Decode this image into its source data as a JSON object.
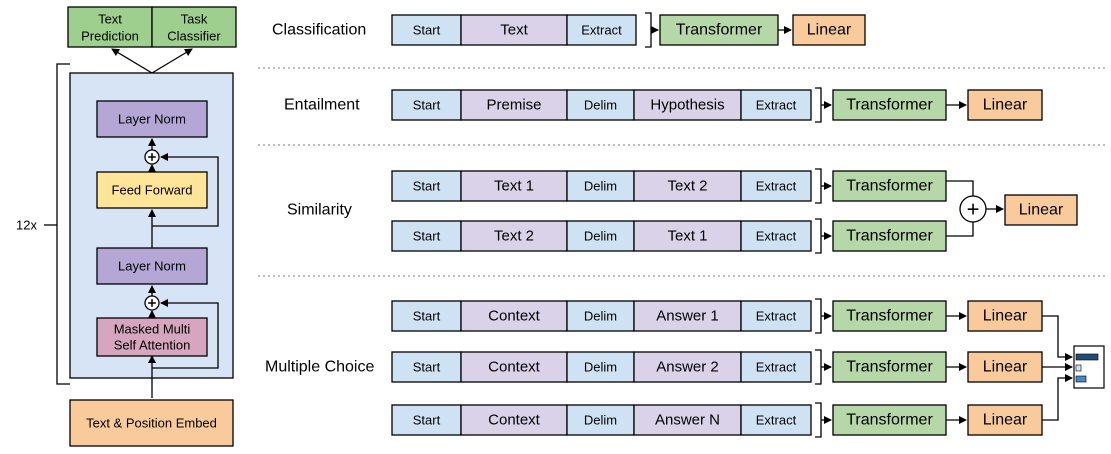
{
  "colors": {
    "start": "#cfe2f3",
    "purple": "#d9d2e9",
    "green": "#b6d7a8",
    "orange": "#f9cb9c",
    "block_bg": "#d6e4f5",
    "layer_norm": "#b4a7d6",
    "feed_forward": "#ffe599",
    "attention": "#d5a6bd",
    "embed": "#f9cb9c",
    "output_box": "#9fcf8f"
  },
  "architecture": {
    "outputs": [
      "Text Prediction",
      "Task Classifier"
    ],
    "output_lines": [
      [
        "Text",
        "Prediction"
      ],
      [
        "Task",
        "Classifier"
      ]
    ],
    "repeat": "12x",
    "layer_norm_top": "Layer Norm",
    "feed_forward": "Feed Forward",
    "layer_norm_bottom": "Layer Norm",
    "attention_lines": [
      "Masked Multi",
      "Self Attention"
    ],
    "embed": "Text & Position Embed",
    "plus": "+"
  },
  "tasks": {
    "classification": {
      "label": "Classification",
      "tokens": [
        "Start",
        "Text",
        "Extract"
      ],
      "transformer": "Transformer",
      "linear": "Linear"
    },
    "entailment": {
      "label": "Entailment",
      "tokens": [
        "Start",
        "Premise",
        "Delim",
        "Hypothesis",
        "Extract"
      ],
      "transformer": "Transformer",
      "linear": "Linear"
    },
    "similarity": {
      "label": "Similarity",
      "rows": [
        [
          "Start",
          "Text 1",
          "Delim",
          "Text 2",
          "Extract"
        ],
        [
          "Start",
          "Text 2",
          "Delim",
          "Text 1",
          "Extract"
        ]
      ],
      "transformer": "Transformer",
      "plus": "+",
      "linear": "Linear"
    },
    "multiple_choice": {
      "label": "Multiple Choice",
      "rows": [
        [
          "Start",
          "Context",
          "Delim",
          "Answer 1",
          "Extract"
        ],
        [
          "Start",
          "Context",
          "Delim",
          "Answer 2",
          "Extract"
        ],
        [
          "Start",
          "Context",
          "Delim",
          "Answer N",
          "Extract"
        ]
      ],
      "transformer": "Transformer",
      "linear": "Linear"
    }
  }
}
